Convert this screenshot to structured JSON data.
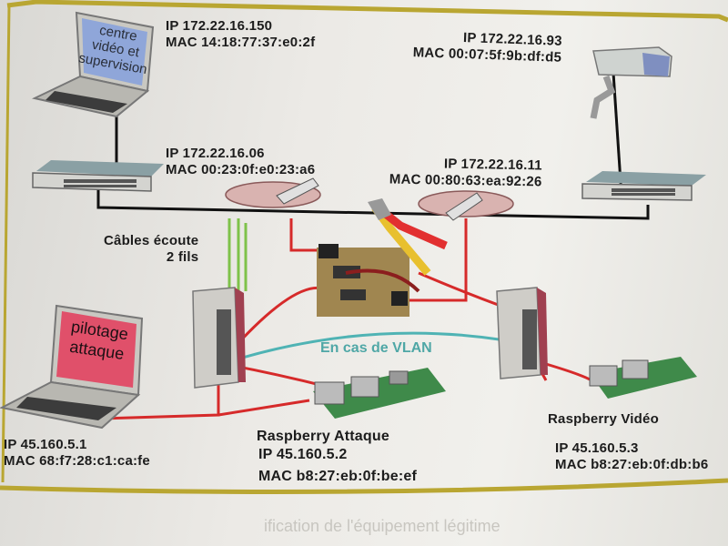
{
  "diagram": {
    "colors": {
      "frame": "#b9a632",
      "ethernet_cable": "#111111",
      "red_cable": "#d62a2a",
      "green_tap": "#7ec24a",
      "vlan_cable": "#4fb3b4",
      "laptop_screen_blue": "#8fa6d9",
      "laptop_screen_pink": "#e0506a"
    },
    "nodes": {
      "supervision_laptop": {
        "screen_text": [
          "centre",
          "vidéo et",
          "supervision"
        ],
        "ip": "IP 172.22.16.150",
        "mac": "MAC 14:18:77:37:e0:2f"
      },
      "camera": {
        "ip": "IP 172.22.16.93",
        "mac": "MAC 00:07:5f:9b:df:d5"
      },
      "left_switch": {
        "ip": "IP 172.22.16.06",
        "mac": "MAC 00:23:0f:e0:23:a6"
      },
      "right_switch": {
        "ip": "IP 172.22.16.11",
        "mac": "MAC 00:80:63:ea:92:26"
      },
      "attack_laptop": {
        "screen_text": [
          "pilotage",
          "attaque"
        ],
        "ip": "IP 45.160.5.1",
        "mac": "MAC 68:f7:28:c1:ca:fe"
      },
      "raspberry_attack": {
        "title": "Raspberry Attaque",
        "ip": "IP 45.160.5.2",
        "mac": "MAC b8:27:eb:0f:be:ef"
      },
      "raspberry_video": {
        "title": "Raspberry Vidéo",
        "ip": "IP 45.160.5.3",
        "mac": "MAC b8:27:eb:0f:db:b6"
      }
    },
    "annotations": {
      "tap_cables": [
        "Câbles écoute",
        "2 fils"
      ],
      "vlan": "En cas de VLAN"
    },
    "background_text": "ification de l'équipement légitime"
  }
}
